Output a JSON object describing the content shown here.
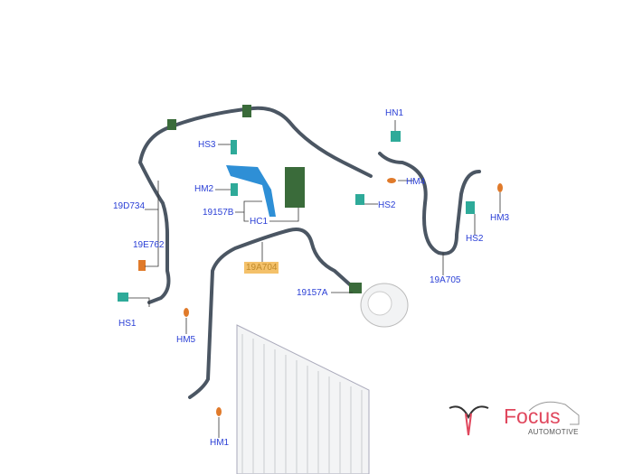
{
  "callouts": {
    "hn1": "HN1",
    "hm4": "HM4",
    "hs3": "HS3",
    "hm2": "HM2",
    "p19157b": "19157B",
    "hc1": "HC1",
    "hs2_a": "HS2",
    "hm3": "HM3",
    "hs2_b": "HS2",
    "p19d734": "19D734",
    "p19e762": "19E762",
    "p19a704": "19A704",
    "p19157a": "19157A",
    "p19a705": "19A705",
    "hs1": "HS1",
    "hm5": "HM5",
    "hm1": "HM1"
  },
  "logo": {
    "name": "Focus",
    "tagline": "AUTOMOTIVE"
  },
  "colors": {
    "callout": "#2a3fd6",
    "highlight": "#f4c16a",
    "pipe": "#4b5663",
    "brand": "#e0475d"
  }
}
